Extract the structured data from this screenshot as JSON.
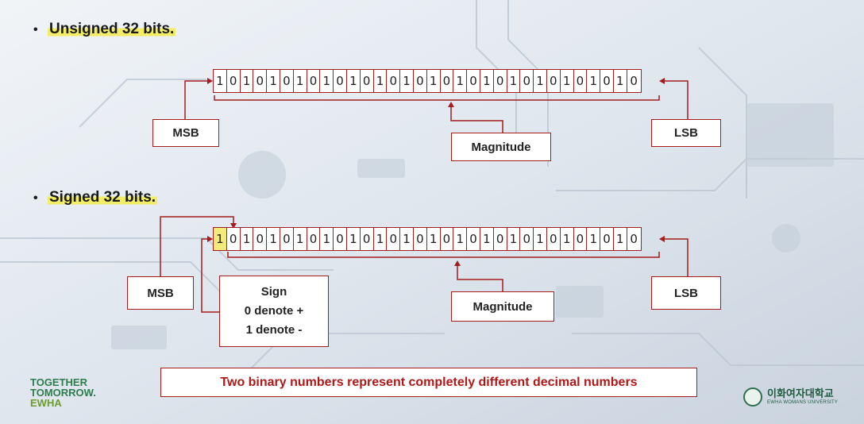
{
  "sections": [
    {
      "bullet": "•",
      "title": "Unsigned 32 bits.",
      "bits": [
        "1",
        "0",
        "1",
        "0",
        "1",
        "0",
        "1",
        "0",
        "1",
        "0",
        "1",
        "0",
        "1",
        "0",
        "1",
        "0",
        "1",
        "0",
        "1",
        "0",
        "1",
        "0",
        "1",
        "0",
        "1",
        "0",
        "1",
        "0",
        "1",
        "0",
        "1",
        "0"
      ],
      "msb_label": "MSB",
      "lsb_label": "LSB",
      "magnitude_label": "Magnitude"
    },
    {
      "bullet": "•",
      "title": "Signed 32 bits.",
      "bits": [
        "1",
        "0",
        "1",
        "0",
        "1",
        "0",
        "1",
        "0",
        "1",
        "0",
        "1",
        "0",
        "1",
        "0",
        "1",
        "0",
        "1",
        "0",
        "1",
        "0",
        "1",
        "0",
        "1",
        "0",
        "1",
        "0",
        "1",
        "0",
        "1",
        "0",
        "1",
        "0"
      ],
      "msb_label": "MSB",
      "lsb_label": "LSB",
      "magnitude_label": "Magnitude",
      "sign_box": {
        "line1": "Sign",
        "line2": "0 denote +",
        "line3": "1 denote -"
      }
    }
  ],
  "note": "Two binary numbers represent completely different decimal numbers",
  "footer": {
    "left_logo": [
      "TOGETHER",
      "TOMORROW.",
      "EWHA"
    ],
    "right_logo_ko": "이화여자대학교",
    "right_logo_en": "EWHA WOMANS UNIVERSITY"
  },
  "colors": {
    "accent": "#a51c1c",
    "highlight": "#f2ec66",
    "note_text": "#b01818"
  }
}
